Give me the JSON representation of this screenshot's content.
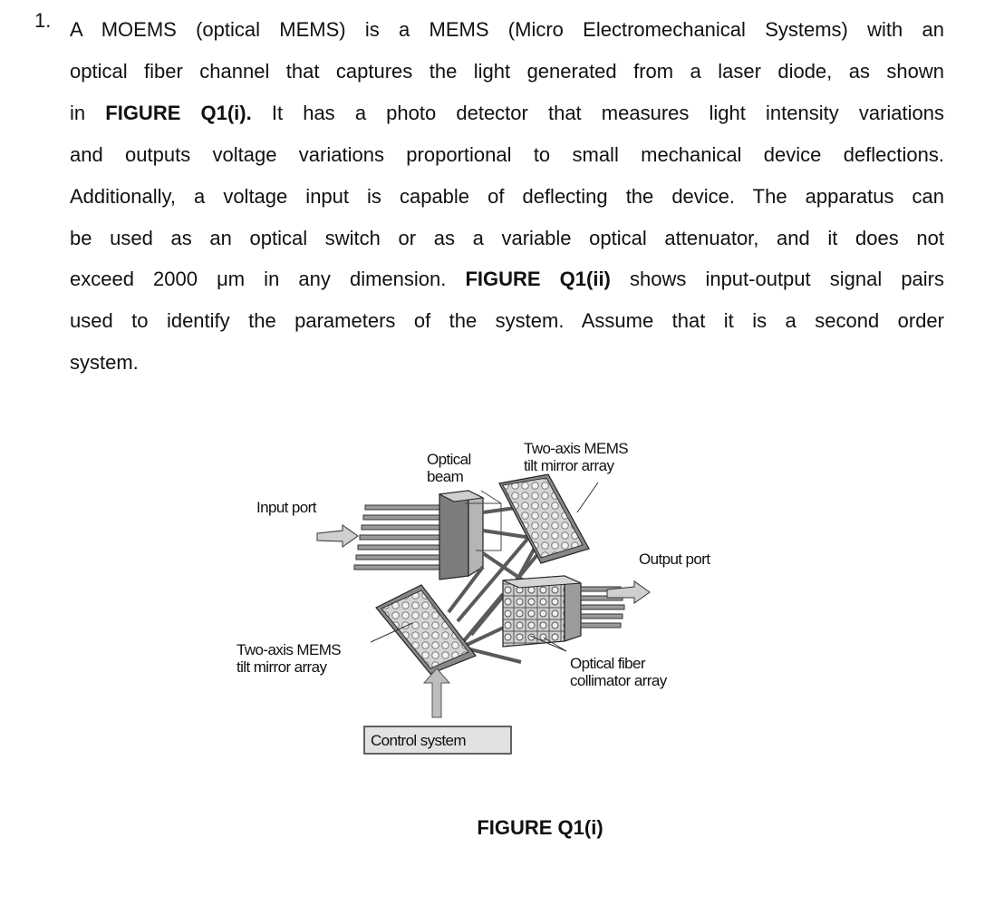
{
  "question": {
    "number": "1.",
    "lines": [
      "A MOEMS (optical MEMS) is a MEMS (Micro Electromechanical Systems) with an",
      "optical fiber channel that captures the light generated from a laser diode, as shown",
      [
        "in ",
        "FIGURE Q1(i).",
        " It has a photo detector that measures light intensity variations"
      ],
      "and outputs voltage variations proportional to small mechanical device deflections.",
      "Additionally, a voltage input is capable of deflecting the device. The apparatus can",
      "be used as an optical switch or as a variable optical attenuator, and it does not",
      [
        "exceed 2000 μm in any dimension. ",
        "FIGURE Q1(ii)",
        " shows input-output signal pairs"
      ],
      "used to identify the parameters of the system. Assume that it is a second order",
      "system."
    ]
  },
  "figure": {
    "labels": {
      "optical_beam_1": "Optical",
      "optical_beam_2": "beam",
      "top_mirror_1": "Two-axis MEMS",
      "top_mirror_2": "tilt mirror array",
      "input_port": "Input port",
      "output_port": "Output port",
      "bottom_mirror_1": "Two-axis MEMS",
      "bottom_mirror_2": "tilt mirror array",
      "collimator_1": "Optical fiber",
      "collimator_2": "collimator array",
      "control_system": "Control system"
    },
    "caption": "FIGURE Q1(i)"
  }
}
